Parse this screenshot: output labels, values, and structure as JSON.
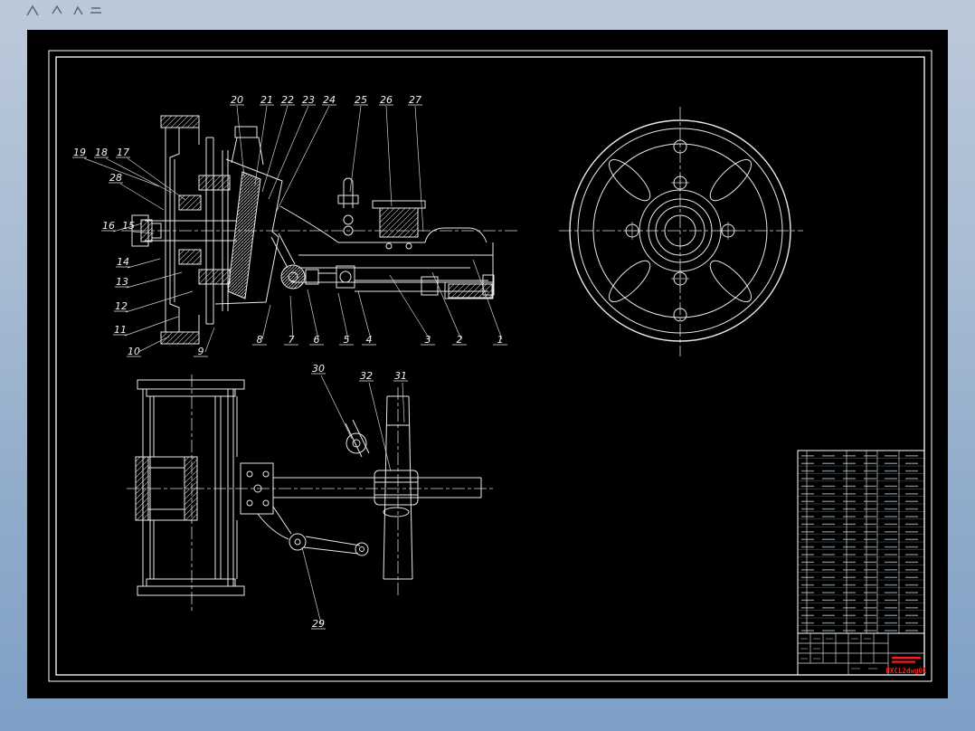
{
  "colors": {
    "bg_top": "#bcc9da",
    "bg_bottom": "#7d9fc7",
    "sheet": "#000000",
    "line": "#e8e8e8",
    "frame": "#ffffff",
    "red": "#ee2222"
  },
  "callouts": {
    "top": [
      "20",
      "21",
      "22",
      "23",
      "24",
      "25",
      "26",
      "27"
    ],
    "left": [
      "19",
      "18",
      "17",
      "28",
      "16",
      "15",
      "14",
      "13",
      "12",
      "11",
      "10"
    ],
    "bottom": [
      "9",
      "8",
      "7",
      "6",
      "5",
      "4",
      "3",
      "2",
      "1"
    ],
    "lower": [
      "30",
      "32",
      "31",
      "29"
    ]
  },
  "title_block": {
    "code": "HXCL2dwg01"
  }
}
